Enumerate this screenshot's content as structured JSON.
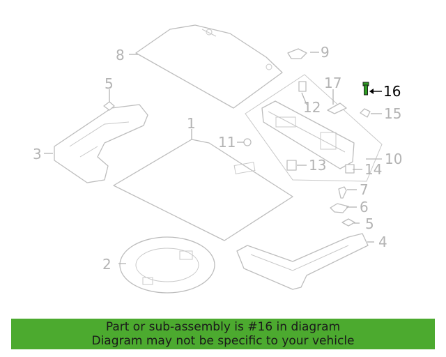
{
  "diagram": {
    "highlight_color": "#2e9d22",
    "callouts": {
      "c1": "1",
      "c2": "2",
      "c3": "3",
      "c4": "4",
      "c5a": "5",
      "c5b": "5",
      "c6": "6",
      "c7": "7",
      "c8": "8",
      "c9": "9",
      "c10": "10",
      "c11": "11",
      "c12": "12",
      "c13": "13",
      "c14": "14",
      "c15": "15",
      "c16": "16",
      "c17": "17"
    }
  },
  "banner": {
    "line1": "Part or sub-assembly is #16 in diagram",
    "line2": "Diagram may not be specific to your vehicle",
    "background": "#4caa2f"
  }
}
